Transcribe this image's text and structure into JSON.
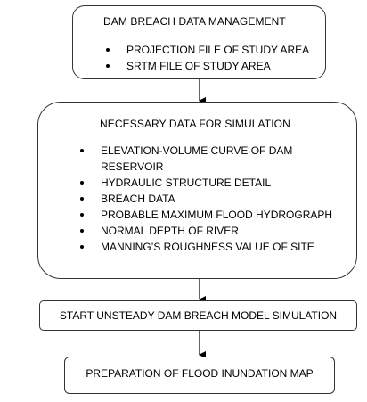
{
  "flowchart": {
    "box1": {
      "title": "DAM BREACH DATA MANAGEMENT",
      "items": [
        "PROJECTION FILE  OF STUDY AREA",
        "SRTM FILE OF STUDY AREA"
      ]
    },
    "box2": {
      "title": "NECESSARY DATA FOR SIMULATION",
      "items": [
        "ELEVATION-VOLUME CURVE OF DAM RESERVOIR",
        "HYDRAULIC STRUCTURE DETAIL",
        "BREACH DATA",
        "PROBABLE MAXIMUM FLOOD HYDROGRAPH",
        "NORMAL DEPTH OF RIVER",
        "MANNING’S ROUGHNESS VALUE OF SITE"
      ]
    },
    "box3": {
      "title": "START UNSTEADY DAM BREACH MODEL SIMULATION"
    },
    "box4": {
      "title": "PREPARATION OF FLOOD INUNDATION MAP"
    }
  }
}
